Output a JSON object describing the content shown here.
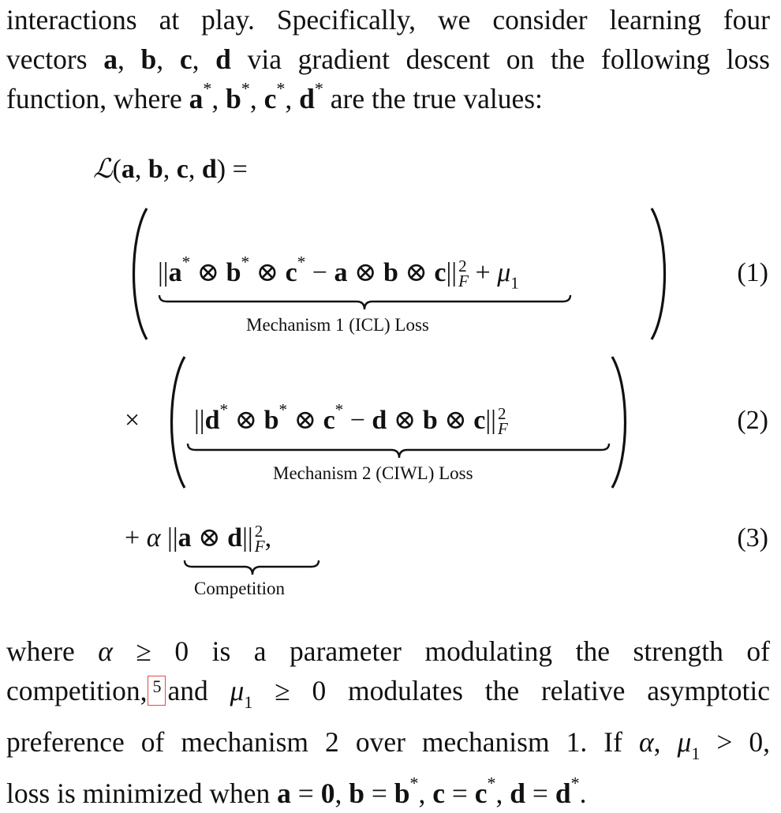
{
  "intro_lines": [
    "interactions at play. Specifically, we consider learning four",
    "vectors a, b, c, d via gradient descent on the following loss",
    "function, where a*, b*, c*, d* are the true values:"
  ],
  "equation": {
    "lhs": "ℒ(a, b, c, d) =",
    "row1": {
      "term": "||a* ⊗ b* ⊗ c* − a ⊗ b ⊗ c||²_F + μ1",
      "brace_label": "Mechanism 1 (ICL) Loss",
      "number": "(1)"
    },
    "row2": {
      "operator": "×",
      "term": "||d* ⊗ b* ⊗ c* − d ⊗ b ⊗ c||²_F",
      "brace_label": "Mechanism 2 (CIWL) Loss",
      "number": "(2)"
    },
    "row3": {
      "term": "+ α ||a ⊗ d||²_F,",
      "brace_label": "Competition",
      "number": "(3)"
    }
  },
  "outro_lines": [
    "where α ≥ 0 is a parameter modulating the strength of",
    "competition,5 and μ1 ≥ 0 modulates the relative asymptotic",
    "preference of mechanism 2 over mechanism 1. If α, μ1 > 0,",
    "loss is minimized when a = 0, b = b*, c = c*, d = d*."
  ],
  "footnote_marker": "5"
}
